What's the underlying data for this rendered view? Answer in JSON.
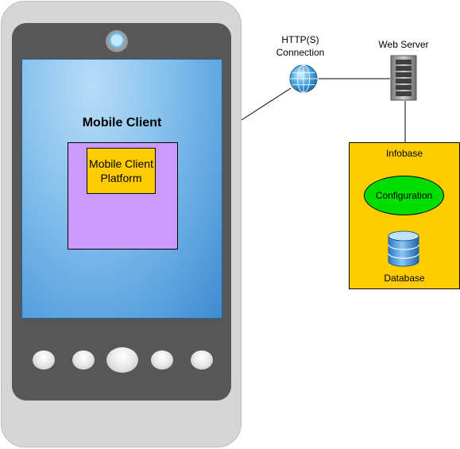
{
  "phone": {
    "title": "Mobile Client",
    "platform_label": "Mobile Client Platform"
  },
  "connection": {
    "label": "HTTP(S) Connection",
    "icon": "globe-icon"
  },
  "server": {
    "label": "Web Server",
    "icon": "server-icon"
  },
  "infobase": {
    "label": "Infobase",
    "configuration_label": "Configuration",
    "database_label": "Database",
    "database_icon": "database-icon"
  },
  "colors": {
    "phone_body": "#d6d6d6",
    "phone_front": "#575757",
    "screen": "#5aa3e0",
    "client_box": "#cc99ff",
    "platform_box": "#ffcc00",
    "infobase_box": "#ffcc00",
    "configuration": "#00dd00"
  }
}
